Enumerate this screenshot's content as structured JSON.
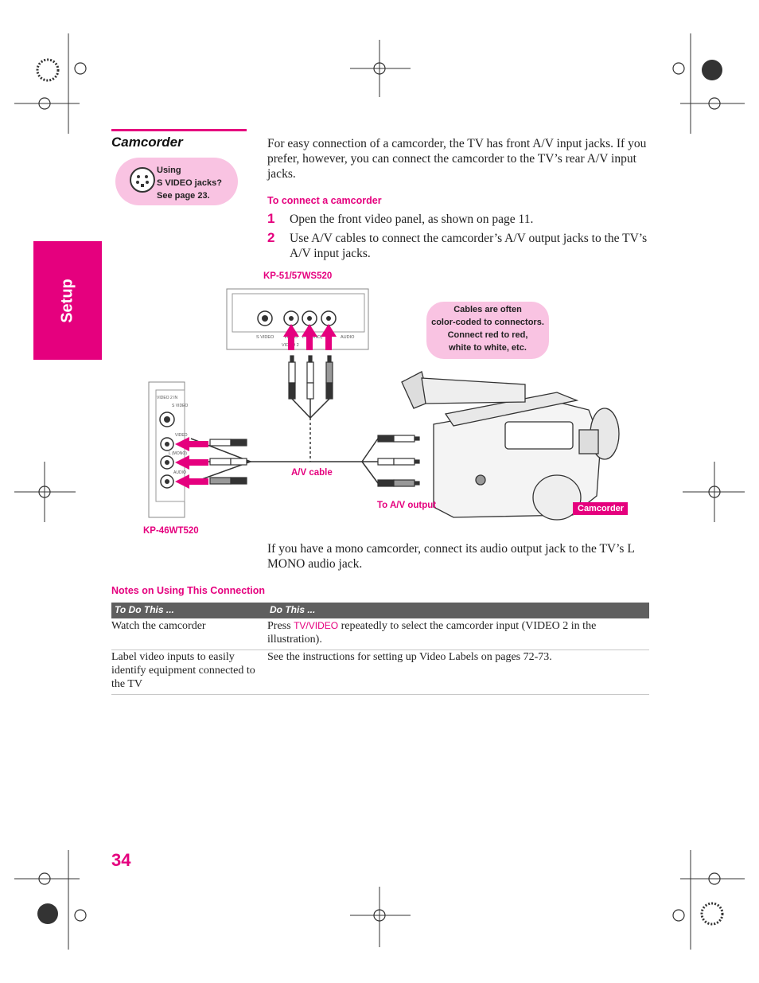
{
  "sidebar": {
    "tab_label": "Setup"
  },
  "section": {
    "title": "Camcorder",
    "tip_lines": [
      "Using",
      "S VIDEO jacks?",
      "See page 23."
    ]
  },
  "intro": "For easy connection of a camcorder, the TV has front A/V input jacks. If you prefer, however, you can connect the camcorder to the TV’s rear A/V input jacks.",
  "procedure": {
    "heading": "To connect a camcorder",
    "steps": [
      {
        "num": "1",
        "text": "Open the front video panel, as shown on page 11."
      },
      {
        "num": "2",
        "text": "Use A/V cables to connect the camcorder’s A/V output jacks to the TV’s A/V input jacks."
      }
    ]
  },
  "illustration": {
    "model_top": "KP-51/57WS520",
    "model_left": "KP-46WT520",
    "callout_lines": [
      "Cables are often",
      "color-coded to connectors.",
      "Connect red to red,",
      "white to white, etc."
    ],
    "cable_label": "A/V cable",
    "output_label": "To A/V output",
    "camcorder_label": "Camcorder",
    "panel_top": {
      "s_video": "S VIDEO",
      "video2": "VIDEO 2",
      "video": "VIDEO",
      "l_mono": "L (MONO)",
      "audio": "AUDIO"
    },
    "panel_left": {
      "title": "VIDEO 2 IN",
      "s_video": "S VIDEO",
      "video": "VIDEO",
      "l_mono": "L (MONO)",
      "audio": "AUDIO"
    },
    "colors": {
      "accent": "#e5007e",
      "callout_bg": "#f9c3e2"
    }
  },
  "mono_note": "If you have a mono camcorder, connect its audio output jack to the TV’s L MONO audio jack.",
  "notes": {
    "heading": "Notes on Using This Connection",
    "col1": "To Do This ...",
    "col2": "Do This ...",
    "row1": {
      "col1": "Watch the camcorder",
      "col2_prefix": "Press ",
      "col2_button": "TV/VIDEO",
      "col2_suffix": " repeatedly to select the camcorder input (VIDEO 2 in the illustration)."
    },
    "row2": {
      "col1": "Label video inputs to easily identify equipment connected to the TV",
      "col2": "See the instructions for setting up Video Labels on pages 72-73."
    }
  },
  "page_number": "34"
}
